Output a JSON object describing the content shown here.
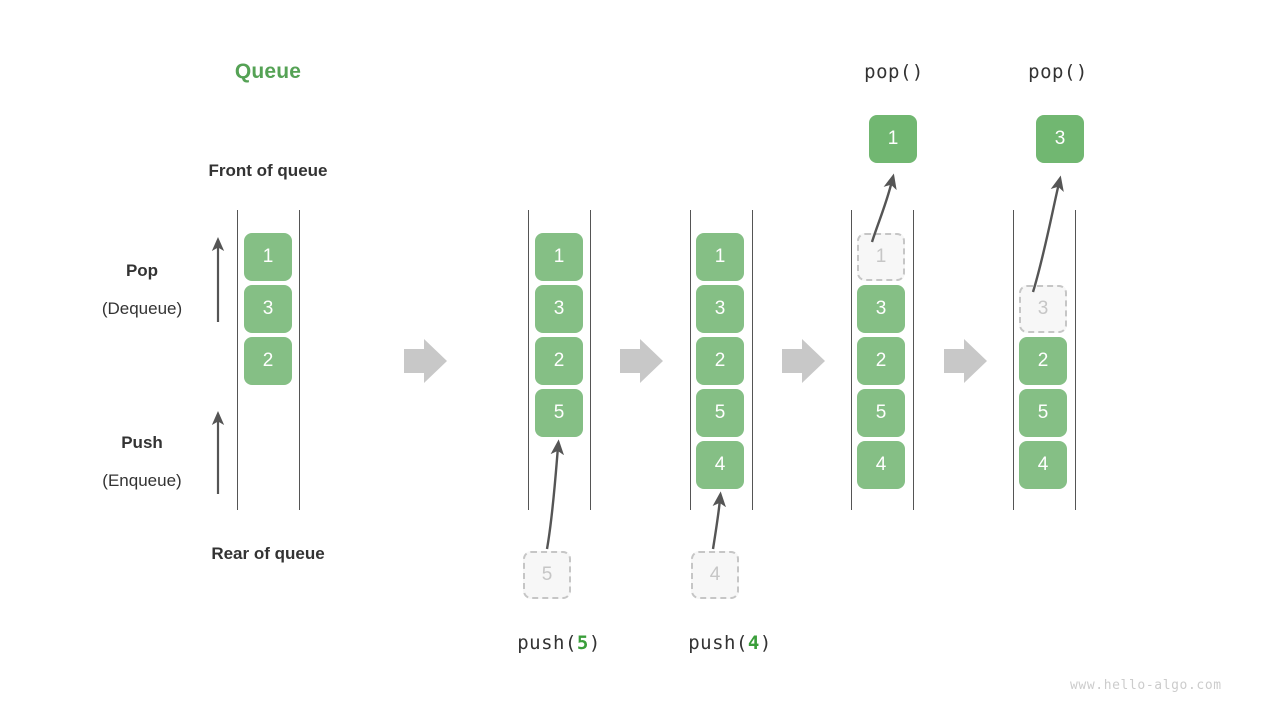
{
  "title": "Queue",
  "labels": {
    "front_of_queue": "Front of queue",
    "rear_of_queue": "Rear of queue",
    "pop_strong": "Pop",
    "pop_soft": "(Dequeue)",
    "push_strong": "Push",
    "push_soft": "(Enqueue)"
  },
  "colors": {
    "accent_green": "#55a255",
    "cell_green": "#85bf85",
    "ghost_fill": "#f7f7f7",
    "ghost_border": "#c6c6c6",
    "text_dark": "#333333",
    "arrow_gray": "#c8c8c8",
    "thin_arrow": "#555555",
    "watermark": "#cccccc"
  },
  "watermark": "www.hello-algo.com",
  "operation_labels": {
    "push5_prefix": "push(",
    "push5_arg": "5",
    "push5_suffix": ")",
    "push4_prefix": "push(",
    "push4_arg": "4",
    "push4_suffix": ")",
    "pop1": "pop()",
    "pop2": "pop()"
  },
  "columns": [
    {
      "id": "initial",
      "cells": [
        {
          "value": "1",
          "state": "filled"
        },
        {
          "value": "3",
          "state": "filled"
        },
        {
          "value": "2",
          "state": "filled"
        }
      ],
      "incoming": null,
      "outgoing": null,
      "op_label": null
    },
    {
      "id": "after-push-5",
      "cells": [
        {
          "value": "1",
          "state": "filled"
        },
        {
          "value": "3",
          "state": "filled"
        },
        {
          "value": "2",
          "state": "filled"
        },
        {
          "value": "5",
          "state": "filled"
        }
      ],
      "incoming": {
        "value": "5",
        "state": "ghost"
      },
      "outgoing": null,
      "op_label": "push(5)"
    },
    {
      "id": "after-push-4",
      "cells": [
        {
          "value": "1",
          "state": "filled"
        },
        {
          "value": "3",
          "state": "filled"
        },
        {
          "value": "2",
          "state": "filled"
        },
        {
          "value": "5",
          "state": "filled"
        },
        {
          "value": "4",
          "state": "filled"
        }
      ],
      "incoming": {
        "value": "4",
        "state": "ghost"
      },
      "outgoing": null,
      "op_label": "push(4)"
    },
    {
      "id": "after-pop-1",
      "cells": [
        {
          "value": "1",
          "state": "ghost"
        },
        {
          "value": "3",
          "state": "filled"
        },
        {
          "value": "2",
          "state": "filled"
        },
        {
          "value": "5",
          "state": "filled"
        },
        {
          "value": "4",
          "state": "filled"
        }
      ],
      "incoming": null,
      "outgoing": {
        "value": "1",
        "state": "popped"
      },
      "op_label": "pop()"
    },
    {
      "id": "after-pop-3",
      "cells": [
        {
          "value": "",
          "state": "empty"
        },
        {
          "value": "3",
          "state": "ghost"
        },
        {
          "value": "2",
          "state": "filled"
        },
        {
          "value": "5",
          "state": "filled"
        },
        {
          "value": "4",
          "state": "filled"
        }
      ],
      "incoming": null,
      "outgoing": {
        "value": "3",
        "state": "popped"
      },
      "op_label": "pop()"
    }
  ]
}
